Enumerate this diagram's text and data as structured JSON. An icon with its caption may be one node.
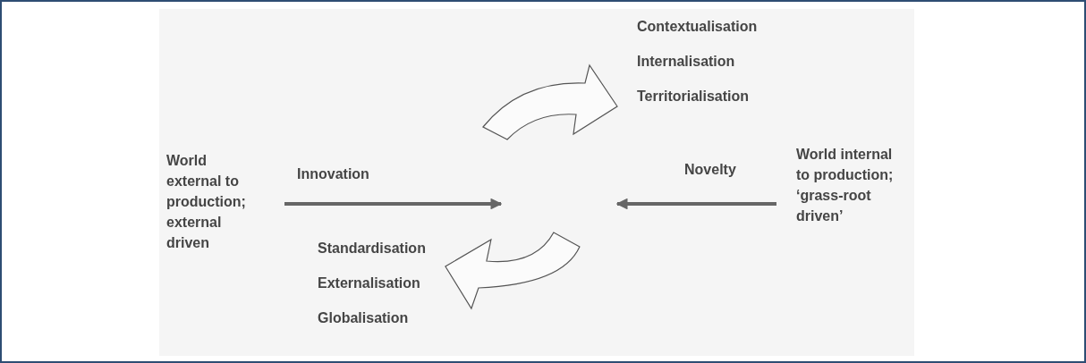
{
  "diagram": {
    "nodes": [
      {
        "text": [
          "World external to production; external driven"
        ]
      },
      {
        "text": [
          "World internal to production; ‘grass-root driven’"
        ]
      },
      {
        "text": [
          "Contextualisation",
          "Internalisation",
          "Territorialisation"
        ]
      },
      {
        "text": [
          "Standardisation",
          "Externalisation",
          "Globalisation"
        ]
      }
    ],
    "edges": [
      {
        "from": 0,
        "to": null,
        "arrow": "to",
        "label": "Innovation"
      },
      {
        "from": 1,
        "to": null,
        "arrow": "to",
        "label": "Novelty"
      },
      {
        "from": null,
        "to": 2,
        "arrow": "to",
        "style": "thick"
      },
      {
        "from": null,
        "to": 3,
        "arrow": "to",
        "style": "thick"
      }
    ]
  }
}
